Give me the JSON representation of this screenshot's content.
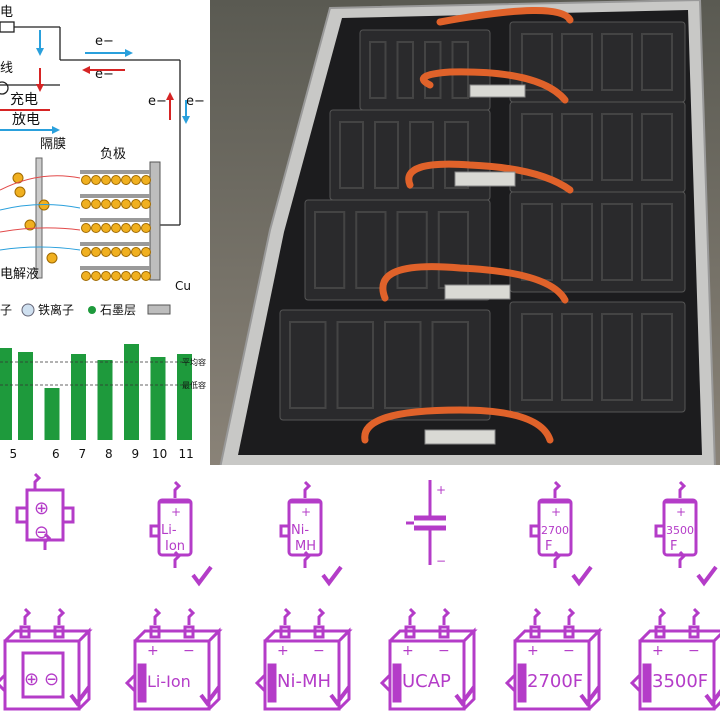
{
  "diagram": {
    "electron_labels": [
      "e−",
      "e−",
      "e−",
      "e−"
    ],
    "charge_label": "充电",
    "discharge_label": "放电",
    "separator_label": "隔膜",
    "anode_label": "负极",
    "electrolyte_label": "电解液",
    "cu_label": "Cu",
    "cropped_labels": [
      "电",
      "线"
    ],
    "legend": {
      "partial": "子",
      "iron_ion": "铁离子",
      "graphite_layer": "石墨层"
    }
  },
  "chart_data": {
    "type": "bar",
    "categories": [
      "5",
      "6",
      "7",
      "8",
      "9",
      "10",
      "11"
    ],
    "values": [
      88,
      52,
      86,
      80,
      96,
      83,
      86
    ],
    "extra_bar_left_partial": 92,
    "avg_line": 78,
    "min_line": 55,
    "avg_label": "平均容",
    "min_label": "最低容",
    "ylim": [
      0,
      110
    ],
    "bar_color": "#1e9a3c"
  },
  "icons": {
    "row1": [
      {
        "name": "capacitor-battery",
        "labels": [
          "⊕",
          "⊖"
        ]
      },
      {
        "name": "li-ion-battery",
        "labels": [
          "+",
          "Li-",
          "Ion"
        ]
      },
      {
        "name": "ni-mh-battery",
        "labels": [
          "+",
          "Ni-",
          "MH"
        ]
      },
      {
        "name": "ucap-symbol",
        "labels": [
          "+",
          "−"
        ]
      },
      {
        "name": "2700f-cap",
        "labels": [
          "+",
          "2700",
          "F"
        ]
      },
      {
        "name": "3500f-cap",
        "labels": [
          "+",
          "3500",
          "F"
        ]
      }
    ],
    "row2": [
      {
        "name": "capacitor-pack",
        "labels": [
          "+",
          "−",
          "⊕",
          "⊖"
        ]
      },
      {
        "name": "li-ion-pack",
        "labels": [
          "+",
          "−",
          "Li-Ion"
        ]
      },
      {
        "name": "ni-mh-pack",
        "labels": [
          "+",
          "−",
          "Ni-MH"
        ]
      },
      {
        "name": "ucap-pack",
        "labels": [
          "+",
          "−",
          "UCAP"
        ]
      },
      {
        "name": "2700f-pack",
        "labels": [
          "+",
          "−",
          "2700F"
        ]
      },
      {
        "name": "3500f-pack",
        "labels": [
          "+",
          "−",
          "3500F"
        ]
      }
    ],
    "color": "#b43cc8"
  }
}
